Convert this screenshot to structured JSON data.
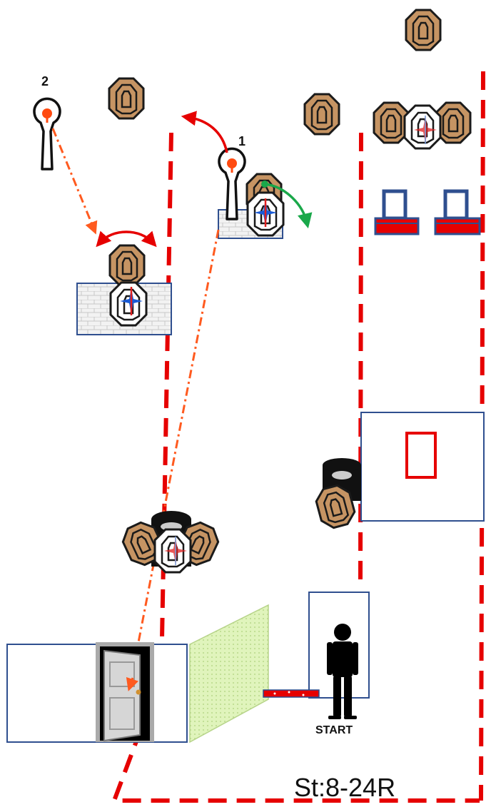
{
  "stage": {
    "code": "St:8-24R",
    "start_label": "START",
    "popper_labels": [
      "1",
      "2"
    ]
  },
  "colors": {
    "fault_line": "#e60000",
    "target_tan": "#c69463",
    "target_outline": "#1a1a1a",
    "no_shoot": "#ffffff",
    "hit_mark_blue": "#1a5bd6",
    "hit_mark_red": "#e02020",
    "box_outline": "#2f4f8f",
    "wall_fill": "#eeeeee",
    "barrel": "#111111",
    "mesh_screen": "#d8f0b0",
    "swing_arrow_red": "#e60000",
    "swing_arrow_green": "#1aa84a",
    "activation_line": "#ff5a1f",
    "shooter": "#000000"
  },
  "icons": [
    "cardboard-target-icon",
    "no-shoot-target-icon",
    "popper-icon",
    "steel-plate-icon",
    "barrel-icon",
    "door-icon",
    "mesh-screen-icon",
    "shooter-icon"
  ]
}
